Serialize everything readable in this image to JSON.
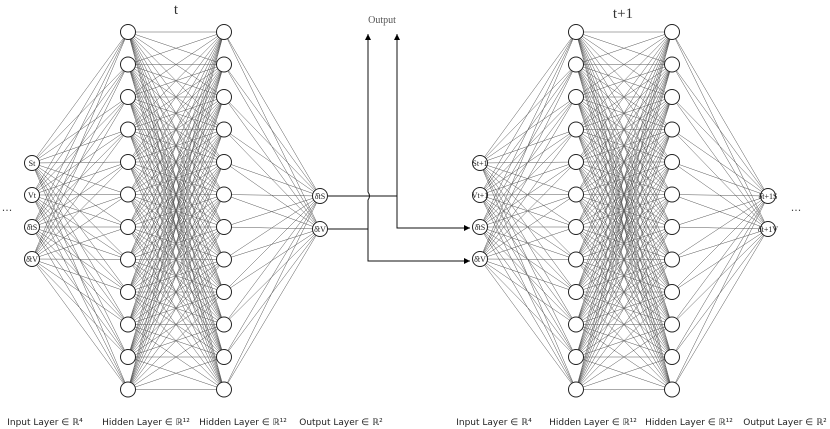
{
  "diagram": {
    "left": {
      "title": "t",
      "input_labels": [
        "St",
        "Vt",
        "δ̂tS",
        "δ̂tV"
      ],
      "output_labels": [
        "δ̂tS",
        "δ̂tV"
      ],
      "layer_labels": [
        "Input Layer ∈ ℝ⁴",
        "Hidden Layer ∈ ℝ¹²",
        "Hidden Layer ∈ ℝ¹²",
        "Output Layer ∈ ℝ²"
      ]
    },
    "right": {
      "title": "t+1",
      "input_labels": [
        "St+1",
        "Vt+1",
        "δ̂tS",
        "δ̂tV"
      ],
      "output_labels": [
        "δ̂t+1S",
        "δ̂t+1V"
      ],
      "layer_labels": [
        "Input Layer ∈ ℝ⁴",
        "Hidden Layer ∈ ℝ¹²",
        "Hidden Layer ∈ ℝ¹²",
        "Output Layer ∈ ℝ²"
      ]
    },
    "output_label": "Output",
    "ellipsis": "···",
    "layer_sizes": [
      4,
      12,
      12,
      2
    ]
  }
}
